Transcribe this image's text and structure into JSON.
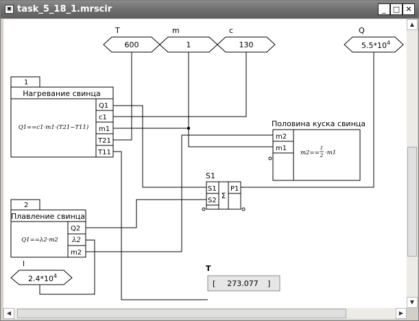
{
  "window": {
    "title": "task_5_18_1.mrscir",
    "minimize": "_",
    "maximize": "□",
    "close": "✕"
  },
  "params": {
    "T": {
      "label": "T",
      "value": "600"
    },
    "m": {
      "label": "m",
      "value": "1"
    },
    "c": {
      "label": "c",
      "value": "130"
    },
    "Q": {
      "label": "Q",
      "mantissa": "5.5*10",
      "exp": "4"
    },
    "l": {
      "label": "l",
      "mantissa": "2.4*10",
      "exp": "4"
    }
  },
  "block1": {
    "number": "1",
    "title": "Нагревание свинца",
    "formula": "Q1==c1·m1·(T21−T11)",
    "ports": [
      "Q1",
      "c1",
      "m1",
      "T21",
      "T11"
    ]
  },
  "block2": {
    "number": "2",
    "title": "Плавление свинца",
    "formula": "Q1==λ2·m2",
    "ports": [
      "Q2",
      "λ2",
      "m2"
    ]
  },
  "half": {
    "title": "Половина куска свинца",
    "formula_lhs": "m2==",
    "formula_num": "1",
    "formula_den": "2",
    "formula_rhs": "·m1",
    "ports": [
      "m2",
      "m1"
    ]
  },
  "sum": {
    "label": "S1",
    "in1": "S1",
    "in2": "S2",
    "symbol": "Σ",
    "out": "P1"
  },
  "display": {
    "label": "T",
    "bracket_left": "[",
    "value": "273.077",
    "bracket_right": "]"
  }
}
